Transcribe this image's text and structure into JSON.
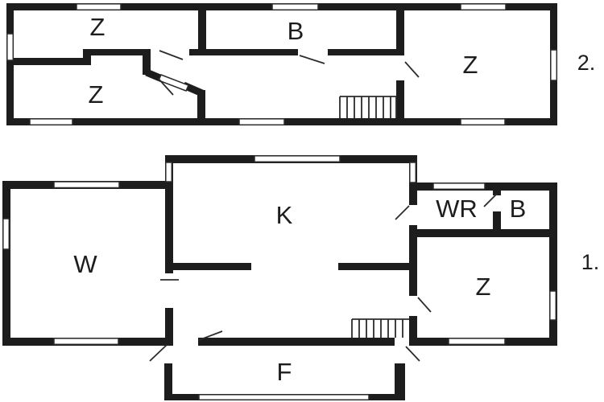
{
  "colors": {
    "wall": "#1d1d1d",
    "background": "#ffffff",
    "thin_line": "#2b2b2b",
    "text": "#1d1d1d"
  },
  "floors": {
    "upper": {
      "floor_label": "2.",
      "rooms": [
        {
          "key": "z-top-left",
          "label": "Z"
        },
        {
          "key": "b-top-middle",
          "label": "B"
        },
        {
          "key": "z-right",
          "label": "Z"
        },
        {
          "key": "z-bottom-left",
          "label": "Z"
        }
      ]
    },
    "lower": {
      "floor_label": "1.",
      "rooms": [
        {
          "key": "w-left",
          "label": "W"
        },
        {
          "key": "k-center",
          "label": "K"
        },
        {
          "key": "wr",
          "label": "WR"
        },
        {
          "key": "b-bath",
          "label": "B"
        },
        {
          "key": "z-room",
          "label": "Z"
        },
        {
          "key": "f-entry",
          "label": "F"
        }
      ]
    }
  }
}
